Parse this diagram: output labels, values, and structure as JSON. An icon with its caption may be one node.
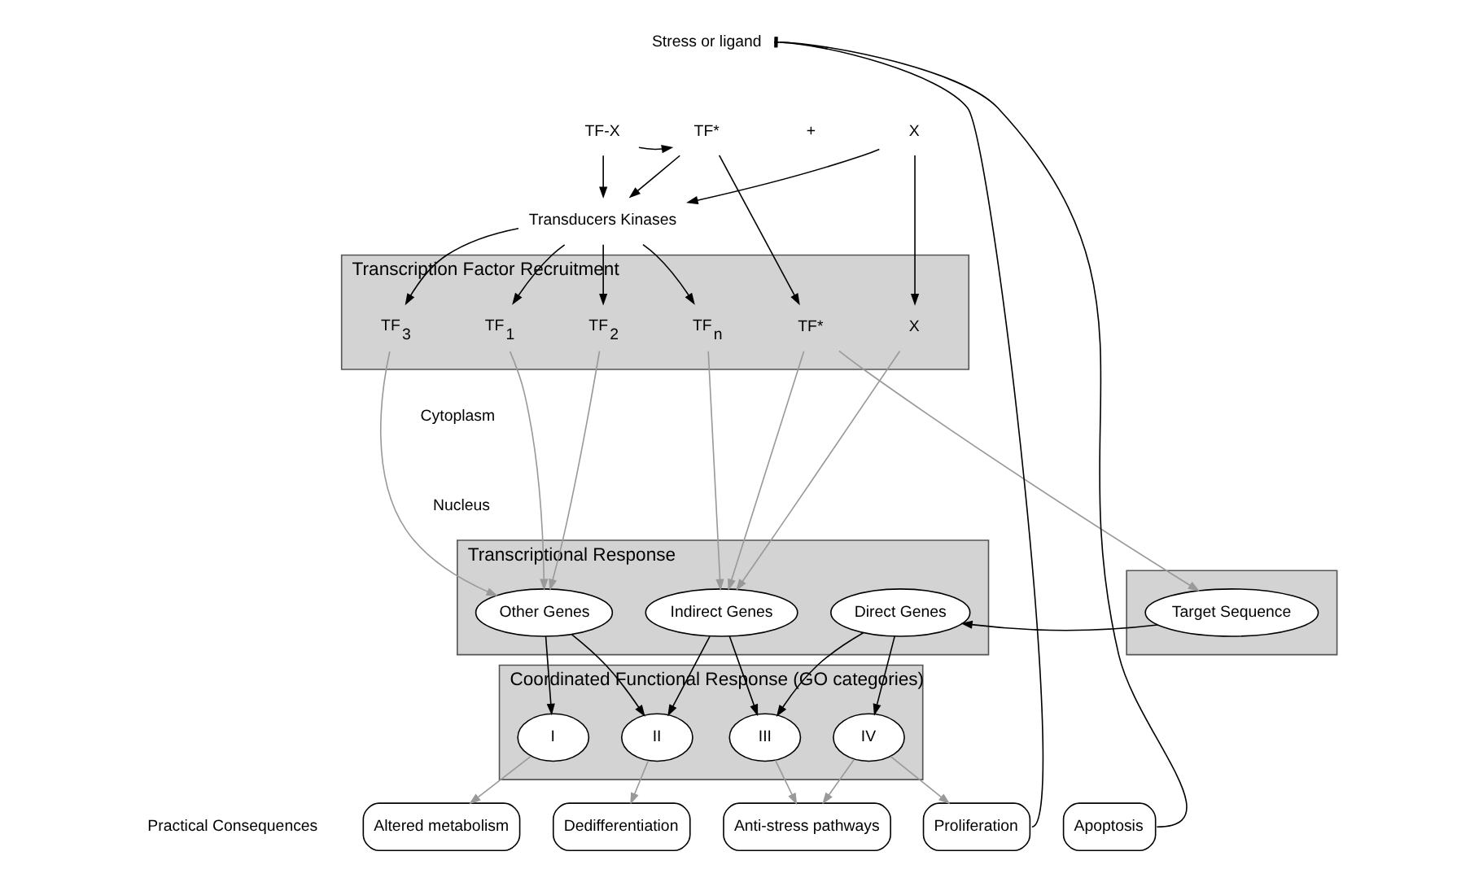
{
  "diagram": {
    "nodes": [
      {
        "text": [
          "Stress or ligand"
        ]
      },
      {
        "text": [
          "TF-X"
        ]
      },
      {
        "text": [
          "TF*"
        ]
      },
      {
        "text": [
          "X"
        ]
      },
      {
        "text": [
          "Transducers Kinases"
        ]
      },
      {
        "text": [
          "Transcription Factor Recruitment"
        ]
      },
      {
        "text": [
          "TF$_{1}$"
        ],
        "in": 5
      },
      {
        "text": [
          "TF$_{2}$"
        ],
        "in": 5
      },
      {
        "text": [
          "TF$_{3}$"
        ],
        "in": 5
      },
      {
        "text": [
          "TF$_{n}$"
        ],
        "in": 5
      },
      {
        "text": [
          "TF*"
        ],
        "in": 5
      },
      {
        "text": [
          "X"
        ],
        "in": 5
      },
      {
        "text": [
          "Transcriptional Response"
        ]
      },
      {
        "text": [
          "Other Genes"
        ],
        "in": 12
      },
      {
        "text": [
          "Indirect Genes"
        ],
        "in": 12
      },
      {
        "text": [
          "Direct Genes"
        ],
        "in": 12
      },
      {
        "text": [],
        "shape": "box"
      },
      {
        "text": [
          "Target Sequence"
        ],
        "in": 16
      },
      {
        "text": [
          "Coordinated Functional Response (GO categories)"
        ]
      },
      {
        "text": [
          "I"
        ],
        "in": 18
      },
      {
        "text": [
          "II"
        ],
        "in": 18
      },
      {
        "text": [
          "III"
        ],
        "in": 18
      },
      {
        "text": [
          "IV"
        ],
        "in": 18
      },
      {
        "text": [
          "Altered metabolism"
        ]
      },
      {
        "text": [
          "Dedifferentiation"
        ]
      },
      {
        "text": [
          "Anti-stress pathways"
        ]
      },
      {
        "text": [
          "Proliferation"
        ]
      },
      {
        "text": [
          "Apoptosis"
        ]
      }
    ],
    "edges": [
      {
        "from": 1,
        "to": 2,
        "arrow": "to"
      },
      {
        "from": 1,
        "to": 4,
        "arrow": "to"
      },
      {
        "from": 2,
        "to": 4,
        "arrow": "to"
      },
      {
        "from": 3,
        "to": 4,
        "arrow": "to"
      },
      {
        "from": 2,
        "to": 10,
        "arrow": "to"
      },
      {
        "from": 3,
        "to": 11,
        "arrow": "to"
      },
      {
        "from": 4,
        "to": 6,
        "arrow": "to"
      },
      {
        "from": 4,
        "to": 7,
        "arrow": "to"
      },
      {
        "from": 4,
        "to": 8,
        "arrow": "to"
      },
      {
        "from": 4,
        "to": 9,
        "arrow": "to"
      },
      {
        "from": 6,
        "to": 13,
        "arrow": "to",
        "color": "#999999"
      },
      {
        "from": 7,
        "to": 13,
        "arrow": "to",
        "color": "#999999"
      },
      {
        "from": 8,
        "to": 13,
        "arrow": "to",
        "color": "#999999"
      },
      {
        "from": 9,
        "to": 14,
        "arrow": "to",
        "color": "#999999"
      },
      {
        "from": 10,
        "to": 14,
        "arrow": "to",
        "color": "#999999"
      },
      {
        "from": 11,
        "to": 14,
        "arrow": "to",
        "color": "#999999"
      },
      {
        "from": 10,
        "to": 17,
        "arrow": "to",
        "color": "#999999"
      },
      {
        "from": 17,
        "to": 15,
        "arrow": "to"
      },
      {
        "from": 13,
        "to": 19,
        "arrow": "to"
      },
      {
        "from": 13,
        "to": 20,
        "arrow": "to"
      },
      {
        "from": 14,
        "to": 20,
        "arrow": "to"
      },
      {
        "from": 14,
        "to": 21,
        "arrow": "to"
      },
      {
        "from": 15,
        "to": 21,
        "arrow": "to"
      },
      {
        "from": 15,
        "to": 22,
        "arrow": "to"
      },
      {
        "from": 19,
        "to": 23,
        "arrow": "to",
        "color": "#999999"
      },
      {
        "from": 20,
        "to": 24,
        "arrow": "to",
        "color": "#999999"
      },
      {
        "from": 21,
        "to": 25,
        "arrow": "to",
        "color": "#999999"
      },
      {
        "from": 22,
        "to": 25,
        "arrow": "to",
        "color": "#999999"
      },
      {
        "from": 22,
        "to": 26,
        "arrow": "to",
        "color": "#999999"
      },
      {
        "from": 26,
        "to": 0,
        "arrow": "other"
      },
      {
        "from": 27,
        "to": 0,
        "arrow": "other"
      }
    ],
    "labels": [
      "+",
      "Cytoplasm",
      "Nucleus",
      "Practical Consequences"
    ]
  }
}
